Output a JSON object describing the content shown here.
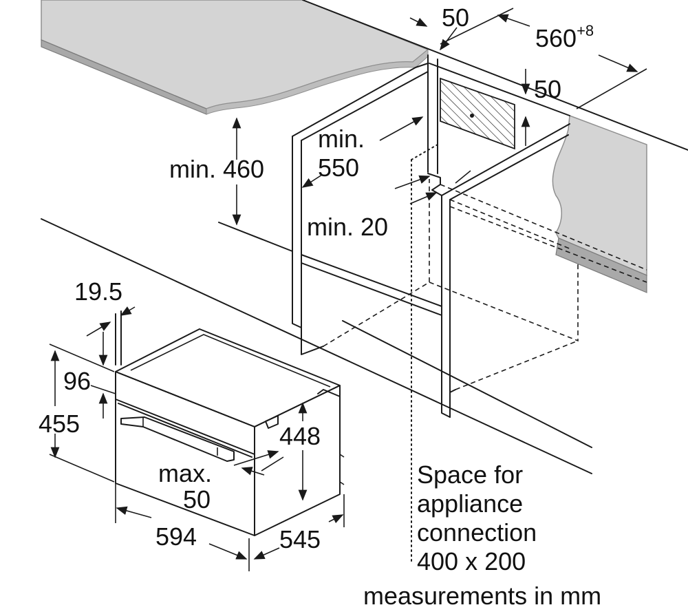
{
  "diagram": {
    "colors": {
      "counter_top_fill": "#d4d4d4",
      "counter_top_edge": "#8f8f8f",
      "line": "#1a1a1a",
      "background": "#ffffff"
    },
    "dimension_labels": {
      "top_gap": "50",
      "niche_width": "560",
      "niche_width_tolerance": "+8",
      "vent_height": "50",
      "counter_clearance": "min. 460",
      "niche_depth_line1": "min.",
      "niche_depth_line2": "550",
      "side_gap": "min. 20",
      "front_offset": "19.5",
      "panel_height": "96",
      "total_height": "455",
      "body_height": "448",
      "max_label_line1": "max.",
      "max_label_line2": "50",
      "width": "594",
      "depth": "545"
    },
    "connection_note": {
      "line1": "Space for",
      "line2": "appliance",
      "line3": "connection",
      "line4": "400 x 200"
    },
    "units_note": "measurements in mm"
  }
}
